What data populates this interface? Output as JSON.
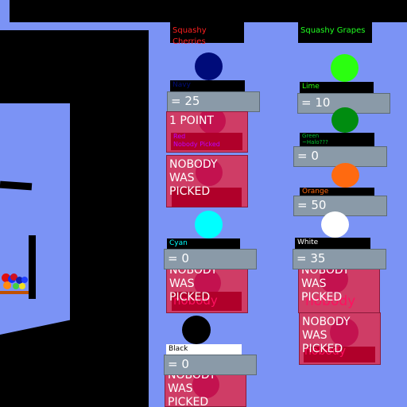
{
  "teams": {
    "left_title": "Squashy Cherries",
    "right_title": "Squashy Grapes",
    "left_title_color": "#ff2020",
    "right_title_color": "#20ff20"
  },
  "left": {
    "navy": {
      "label": "Navy",
      "score": "= 25",
      "ball_color": "#000c7a",
      "label_color": "#000c7a"
    },
    "card1": {
      "text": "1 POINT",
      "sub": "Red\nNobody Picked"
    },
    "card2": {
      "text": "NOBODY\nWAS\nPICKED"
    },
    "cyan": {
      "label": "Cyan",
      "score": "= 0",
      "ball_color": "#00ffff",
      "label_color": "#00ffff"
    },
    "card3": {
      "text": "NOBODY\nWAS\nPICKED",
      "ghost": "nobody"
    },
    "black": {
      "label": "Black",
      "score": "= 0",
      "ball_color": "#000000",
      "label_color": "#000000"
    },
    "card4": {
      "text": "NOBODY\nWAS\nPICKED"
    }
  },
  "right": {
    "lime": {
      "label": "Lime",
      "score": "= 10",
      "ball_color": "#2bff10",
      "label_color": "#2bff10"
    },
    "green": {
      "label": "Green\n~Halo???",
      "score": "= 0",
      "ball_color": "#008c10",
      "label_color": "#00c030"
    },
    "orange": {
      "label": "Orange",
      "score": "= 50",
      "ball_color": "#ff6a10",
      "label_color": "#ff6a10"
    },
    "white": {
      "label": "White",
      "score": "= 35",
      "ball_color": "#ffffff",
      "label_color": "#ffffff"
    },
    "card1": {
      "text": "NOBODY\nWAS\nPICKED",
      "ghost": "nobody"
    },
    "card2": {
      "text": "NOBODY\nWAS\nPICKED",
      "ghost": "nobody"
    }
  },
  "colors": {
    "background": "#7b93f5",
    "card": "#cf3d66",
    "score_box": "#8a9aa8"
  }
}
